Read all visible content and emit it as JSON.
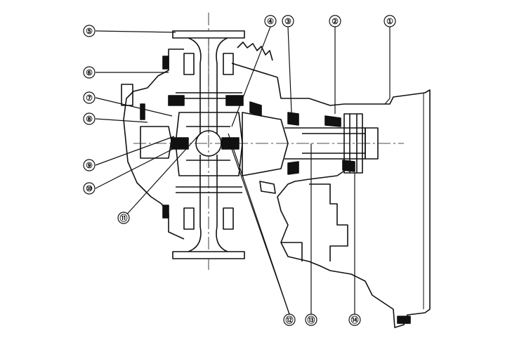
{
  "callouts": [
    {
      "id": 1,
      "label": "①"
    },
    {
      "id": 2,
      "label": "②"
    },
    {
      "id": 3,
      "label": "③"
    },
    {
      "id": 4,
      "label": "④"
    },
    {
      "id": 5,
      "label": "⑤"
    },
    {
      "id": 6,
      "label": "⑥"
    },
    {
      "id": 7,
      "label": "⑦"
    },
    {
      "id": 8,
      "label": "⑧"
    },
    {
      "id": 9,
      "label": "⑨"
    },
    {
      "id": 10,
      "label": "⑩"
    },
    {
      "id": 11,
      "label": "⑪"
    },
    {
      "id": 12,
      "label": "⑫"
    },
    {
      "id": 13,
      "label": "⑬"
    },
    {
      "id": 14,
      "label": "⑭"
    }
  ],
  "colors": {
    "line": "#111111",
    "background": "#ffffff"
  }
}
